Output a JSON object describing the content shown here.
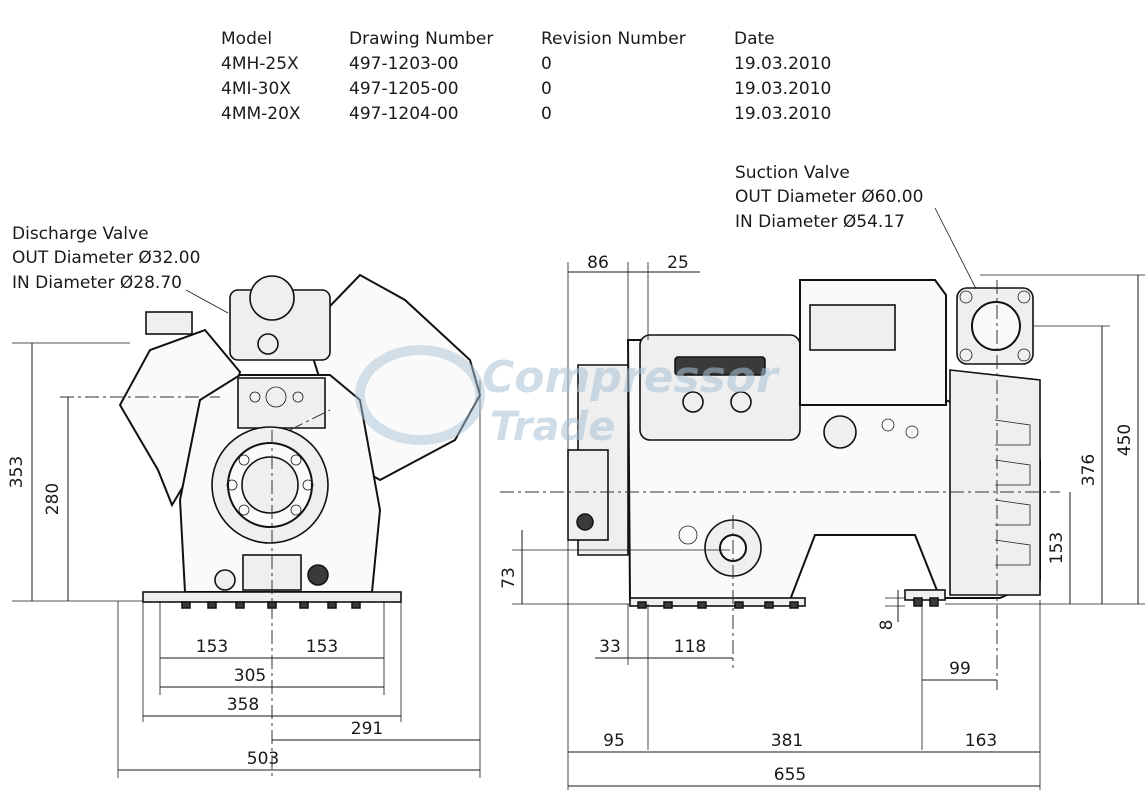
{
  "table": {
    "headers": [
      "Model",
      "Drawing Number",
      "Revision Number",
      "Date"
    ],
    "rows": [
      [
        "4MH-25X",
        "497-1203-00",
        "0",
        "19.03.2010"
      ],
      [
        "4MI-30X",
        "497-1205-00",
        "0",
        "19.03.2010"
      ],
      [
        "4MM-20X",
        "497-1204-00",
        "0",
        "19.03.2010"
      ]
    ]
  },
  "callouts": {
    "discharge": {
      "title": "Discharge Valve",
      "out": "OUT Diameter Ø32.00",
      "in": "IN Diameter Ø28.70"
    },
    "suction": {
      "title": "Suction Valve",
      "out": "OUT Diameter Ø60.00",
      "in": "IN Diameter Ø54.17"
    }
  },
  "dimensions": {
    "front": {
      "height_total": "353",
      "height_center": "280",
      "half_left": "153",
      "half_right": "153",
      "mount_span": "305",
      "base_width": "358",
      "center_to_edge": "291",
      "overall_width": "503"
    },
    "side": {
      "top_86": "86",
      "top_25": "25",
      "height_73": "73",
      "foot_8": "8",
      "offset_33": "33",
      "offset_118": "118",
      "offset_99": "99",
      "seg_95": "95",
      "seg_381": "381",
      "seg_163": "163",
      "overall_length": "655",
      "height_153": "153",
      "height_376": "376",
      "height_450": "450"
    }
  },
  "watermark": {
    "line1": "Compressor",
    "line2": "Trade"
  }
}
